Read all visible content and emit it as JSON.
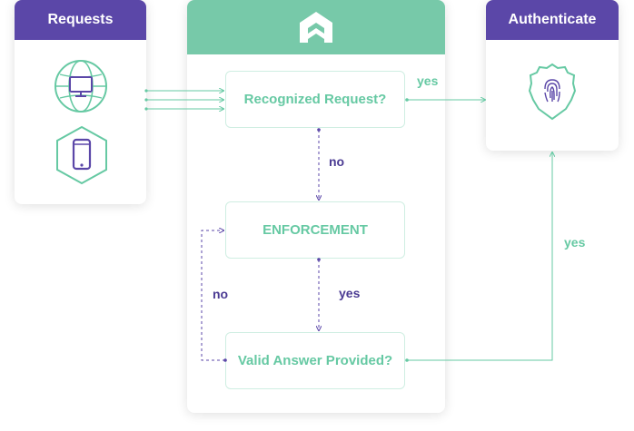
{
  "requests": {
    "title": "Requests"
  },
  "authenticate": {
    "title": "Authenticate"
  },
  "nodes": {
    "recognized": "Recognized Request?",
    "enforcement": "ENFORCEMENT",
    "valid": "Valid Answer Provided?"
  },
  "edge_labels": {
    "recognized_yes": "yes",
    "recognized_no": "no",
    "enforcement_yes": "yes",
    "valid_no": "no",
    "valid_yes": "yes"
  },
  "colors": {
    "purple": "#5b47a8",
    "green": "#77c9a9",
    "text_green": "#66c9a3",
    "text_purple": "#4b3b93"
  },
  "icons": [
    "globe-monitor-icon",
    "hexagon-phone-icon",
    "logo-icon",
    "fingerprint-shield-icon"
  ]
}
